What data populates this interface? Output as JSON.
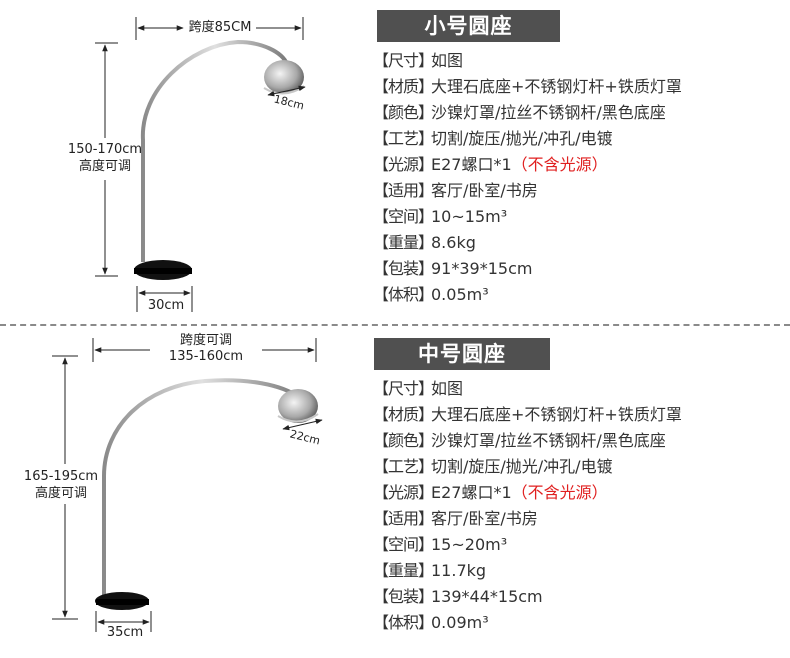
{
  "colors": {
    "title_bg": "#505050",
    "note_red": "#e02020",
    "divider": "#8a8a8a"
  },
  "small": {
    "title": "小号圆座",
    "dims": {
      "span": "跨度85CM",
      "height_range": "150-170cm",
      "height_note": "高度可调",
      "shade": "18cm",
      "base": "30cm"
    },
    "specs": [
      {
        "label": "【尺寸】",
        "value": "如图",
        "note": ""
      },
      {
        "label": "【材质】",
        "value": "大理石底座+不锈钢灯杆+铁质灯罩",
        "note": ""
      },
      {
        "label": "【颜色】",
        "value": "沙镍灯罩/拉丝不锈钢杆/黑色底座",
        "note": ""
      },
      {
        "label": "【工艺】",
        "value": "切割/旋压/抛光/冲孔/电镀",
        "note": ""
      },
      {
        "label": "【光源】",
        "value": "E27螺口*1",
        "note": "（不含光源）"
      },
      {
        "label": "【适用】",
        "value": "客厅/卧室/书房",
        "note": ""
      },
      {
        "label": "【空间】",
        "value": "10~15m³",
        "note": ""
      },
      {
        "label": "【重量】",
        "value": "8.6kg",
        "note": ""
      },
      {
        "label": "【包装】",
        "value": "91*39*15cm",
        "note": ""
      },
      {
        "label": "【体积】",
        "value": "0.05m³",
        "note": ""
      }
    ]
  },
  "medium": {
    "title": "中号圆座",
    "dims": {
      "span_note": "跨度可调",
      "span_range": "135-160cm",
      "height_range": "165-195cm",
      "height_note": "高度可调",
      "shade": "22cm",
      "base": "35cm"
    },
    "specs": [
      {
        "label": "【尺寸】",
        "value": "如图",
        "note": ""
      },
      {
        "label": "【材质】",
        "value": "大理石底座+不锈钢灯杆+铁质灯罩",
        "note": ""
      },
      {
        "label": "【颜色】",
        "value": "沙镍灯罩/拉丝不锈钢杆/黑色底座",
        "note": ""
      },
      {
        "label": "【工艺】",
        "value": "切割/旋压/抛光/冲孔/电镀",
        "note": ""
      },
      {
        "label": "【光源】",
        "value": "E27螺口*1",
        "note": "（不含光源）"
      },
      {
        "label": "【适用】",
        "value": "客厅/卧室/书房",
        "note": ""
      },
      {
        "label": "【空间】",
        "value": "15~20m³",
        "note": ""
      },
      {
        "label": "【重量】",
        "value": "11.7kg",
        "note": ""
      },
      {
        "label": "【包装】",
        "value": "139*44*15cm",
        "note": ""
      },
      {
        "label": "【体积】",
        "value": "0.09m³",
        "note": ""
      }
    ]
  }
}
